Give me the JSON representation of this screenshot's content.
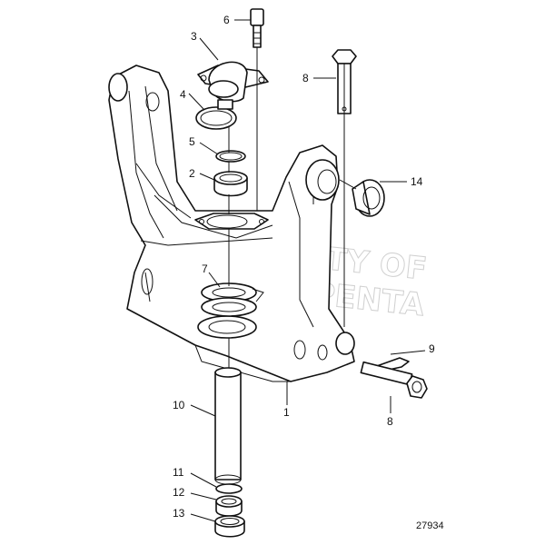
{
  "diagram": {
    "callouts": [
      {
        "id": "c6",
        "text": "6"
      },
      {
        "id": "c3",
        "text": "3"
      },
      {
        "id": "c8a",
        "text": "8"
      },
      {
        "id": "c4",
        "text": "4"
      },
      {
        "id": "c5",
        "text": "5"
      },
      {
        "id": "c2",
        "text": "2"
      },
      {
        "id": "c14",
        "text": "14"
      },
      {
        "id": "c7",
        "text": "7"
      },
      {
        "id": "c9",
        "text": "9"
      },
      {
        "id": "c10",
        "text": "10"
      },
      {
        "id": "c1",
        "text": "1"
      },
      {
        "id": "c8b",
        "text": "8"
      },
      {
        "id": "c11",
        "text": "11"
      },
      {
        "id": "c12",
        "text": "12"
      },
      {
        "id": "c13",
        "text": "13"
      }
    ],
    "reference_number": "27934",
    "watermark": {
      "line1": "PROPERTY OF",
      "line2": "VOLVO PENTA"
    }
  }
}
